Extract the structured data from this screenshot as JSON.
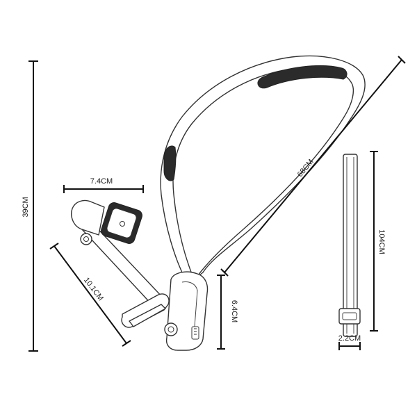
{
  "dimensions": {
    "total_height": "39CM",
    "band_length": "68CM",
    "clamp_width": "7.4CM",
    "arm_length": "10.1CM",
    "base_height": "6.4CM",
    "strap_length": "104CM",
    "strap_width": "2.2CM"
  },
  "colors": {
    "line": "#111111",
    "outline": "#333333",
    "pad": "#2b2b2b"
  }
}
